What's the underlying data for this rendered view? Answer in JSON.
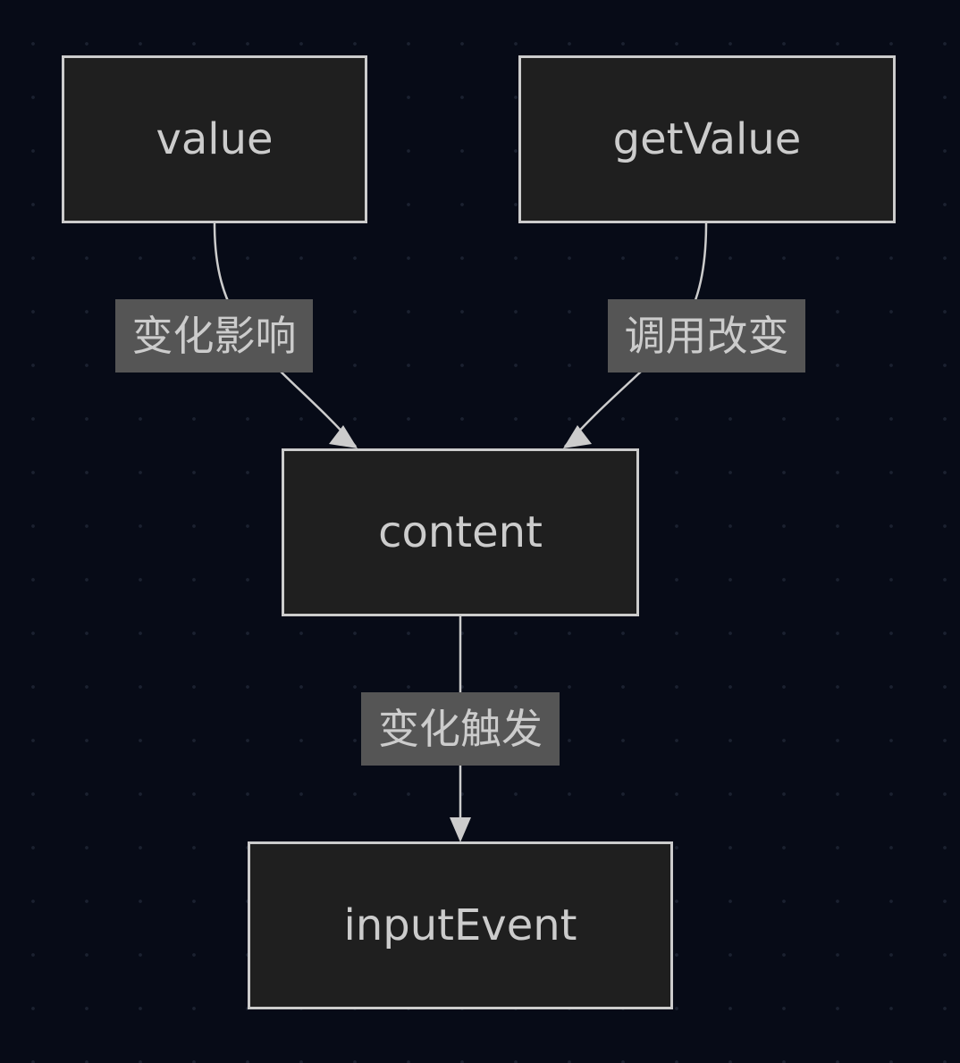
{
  "nodes": {
    "value": "value",
    "getValue": "getValue",
    "content": "content",
    "inputEvent": "inputEvent"
  },
  "edges": {
    "value_to_content": "变化影响",
    "getValue_to_content": "调用改变",
    "content_to_inputEvent": "变化触发"
  },
  "colors": {
    "background": "#070b17",
    "node_fill": "#1f1f1f",
    "node_border": "#cccccc",
    "text": "#cccccc",
    "edge_label_bg": "#555555",
    "edge_line": "#cccccc"
  }
}
